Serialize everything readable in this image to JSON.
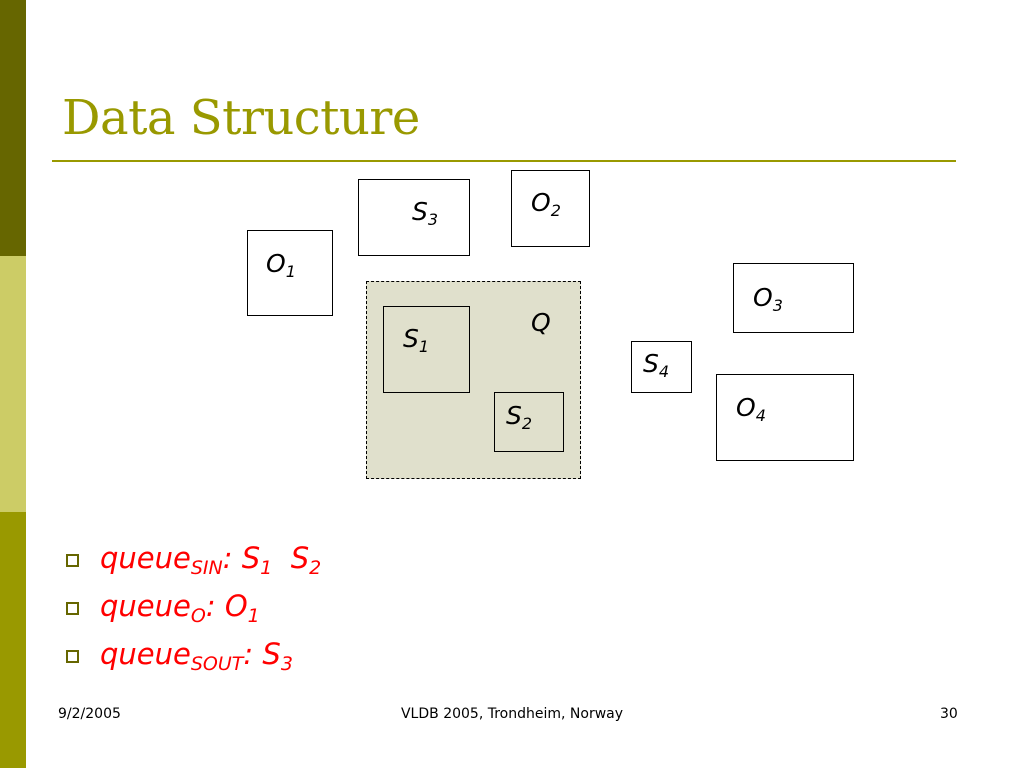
{
  "colors": {
    "band_top": "#666600",
    "band_mid": "#CCCC66",
    "band_bot": "#999900",
    "title": "#999900",
    "rule": "#999900",
    "region_fill": "#E0E0CC",
    "bullet_text": "#FF0000",
    "bullet_mark": "#666600"
  },
  "title": "Data Structure",
  "diagram": {
    "o1": {
      "base": "O",
      "sub": "1"
    },
    "s3": {
      "base": "S",
      "sub": "3"
    },
    "o2": {
      "base": "O",
      "sub": "2"
    },
    "o3": {
      "base": "O",
      "sub": "3"
    },
    "q": {
      "base": "Q"
    },
    "s1": {
      "base": "S",
      "sub": "1"
    },
    "s2": {
      "base": "S",
      "sub": "2"
    },
    "s4": {
      "base": "S",
      "sub": "4"
    },
    "o4": {
      "base": "O",
      "sub": "4"
    }
  },
  "bullets": [
    {
      "name": "queue",
      "sub": "SIN",
      "sep": ":",
      "items": [
        {
          "base": "S",
          "sub": "1"
        },
        {
          "base": "S",
          "sub": "2"
        }
      ]
    },
    {
      "name": "queue",
      "sub": "O",
      "sep": ":",
      "items": [
        {
          "base": "O",
          "sub": "1"
        }
      ]
    },
    {
      "name": "queue",
      "sub": "SOUT",
      "sep": ":",
      "items": [
        {
          "base": "S",
          "sub": "3"
        }
      ]
    }
  ],
  "footer": {
    "date": "9/2/2005",
    "venue": "VLDB 2005, Trondheim, Norway",
    "page": "30"
  }
}
